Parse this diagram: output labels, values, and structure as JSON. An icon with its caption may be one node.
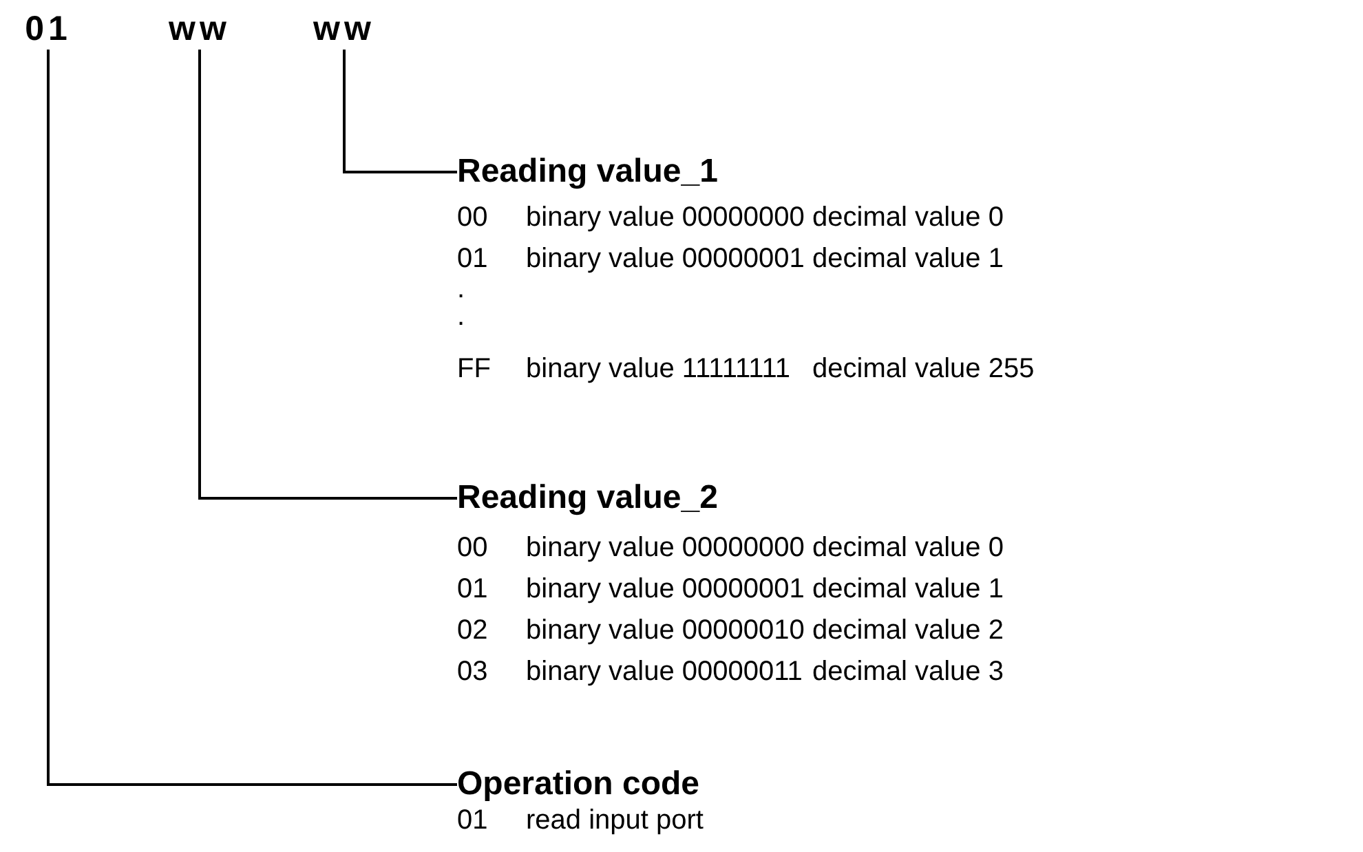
{
  "diagram": {
    "nodes": [
      {
        "text": [
          "01"
        ]
      },
      {
        "text": [
          "ww"
        ]
      },
      {
        "text": [
          "ww"
        ]
      },
      {
        "text": [
          "Reading value_1"
        ]
      },
      {
        "text": [
          "Reading value_2"
        ]
      },
      {
        "text": [
          "Operation code"
        ]
      }
    ],
    "edges": [
      {
        "from": 2,
        "to": 3,
        "arrow": "none"
      },
      {
        "from": 1,
        "to": 4,
        "arrow": "none"
      },
      {
        "from": 0,
        "to": 5,
        "arrow": "none"
      }
    ],
    "labels": [
      "00",
      "binary value 00000000",
      "decimal value 0",
      "01",
      "binary value 00000001",
      "decimal value 1",
      ".",
      ".",
      "FF",
      "binary value 11111111",
      "decimal value 255",
      "00",
      "binary value 00000000",
      "decimal value 0",
      "01",
      "binary value 00000001",
      "decimal value 1",
      "02",
      "binary value 00000010",
      "decimal value 2",
      "03",
      "binary value 00000011",
      "decimal value 3",
      "01",
      "read input port"
    ]
  }
}
